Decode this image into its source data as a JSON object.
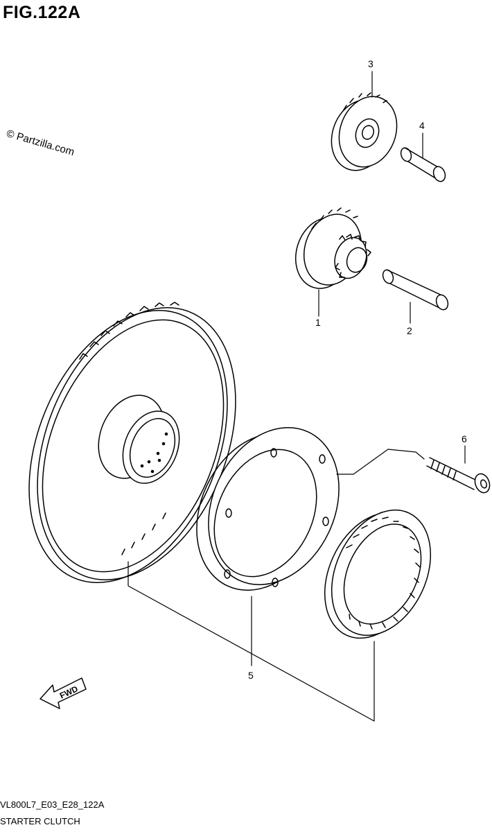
{
  "figure": {
    "title": "FIG.122A",
    "copyright": "© Partzilla.com",
    "code": "VL800L7_E03_E28_122A",
    "name": "STARTER CLUTCH"
  },
  "callouts": [
    "1",
    "2",
    "3",
    "4",
    "5",
    "6"
  ],
  "direction_indicator": "FWD"
}
